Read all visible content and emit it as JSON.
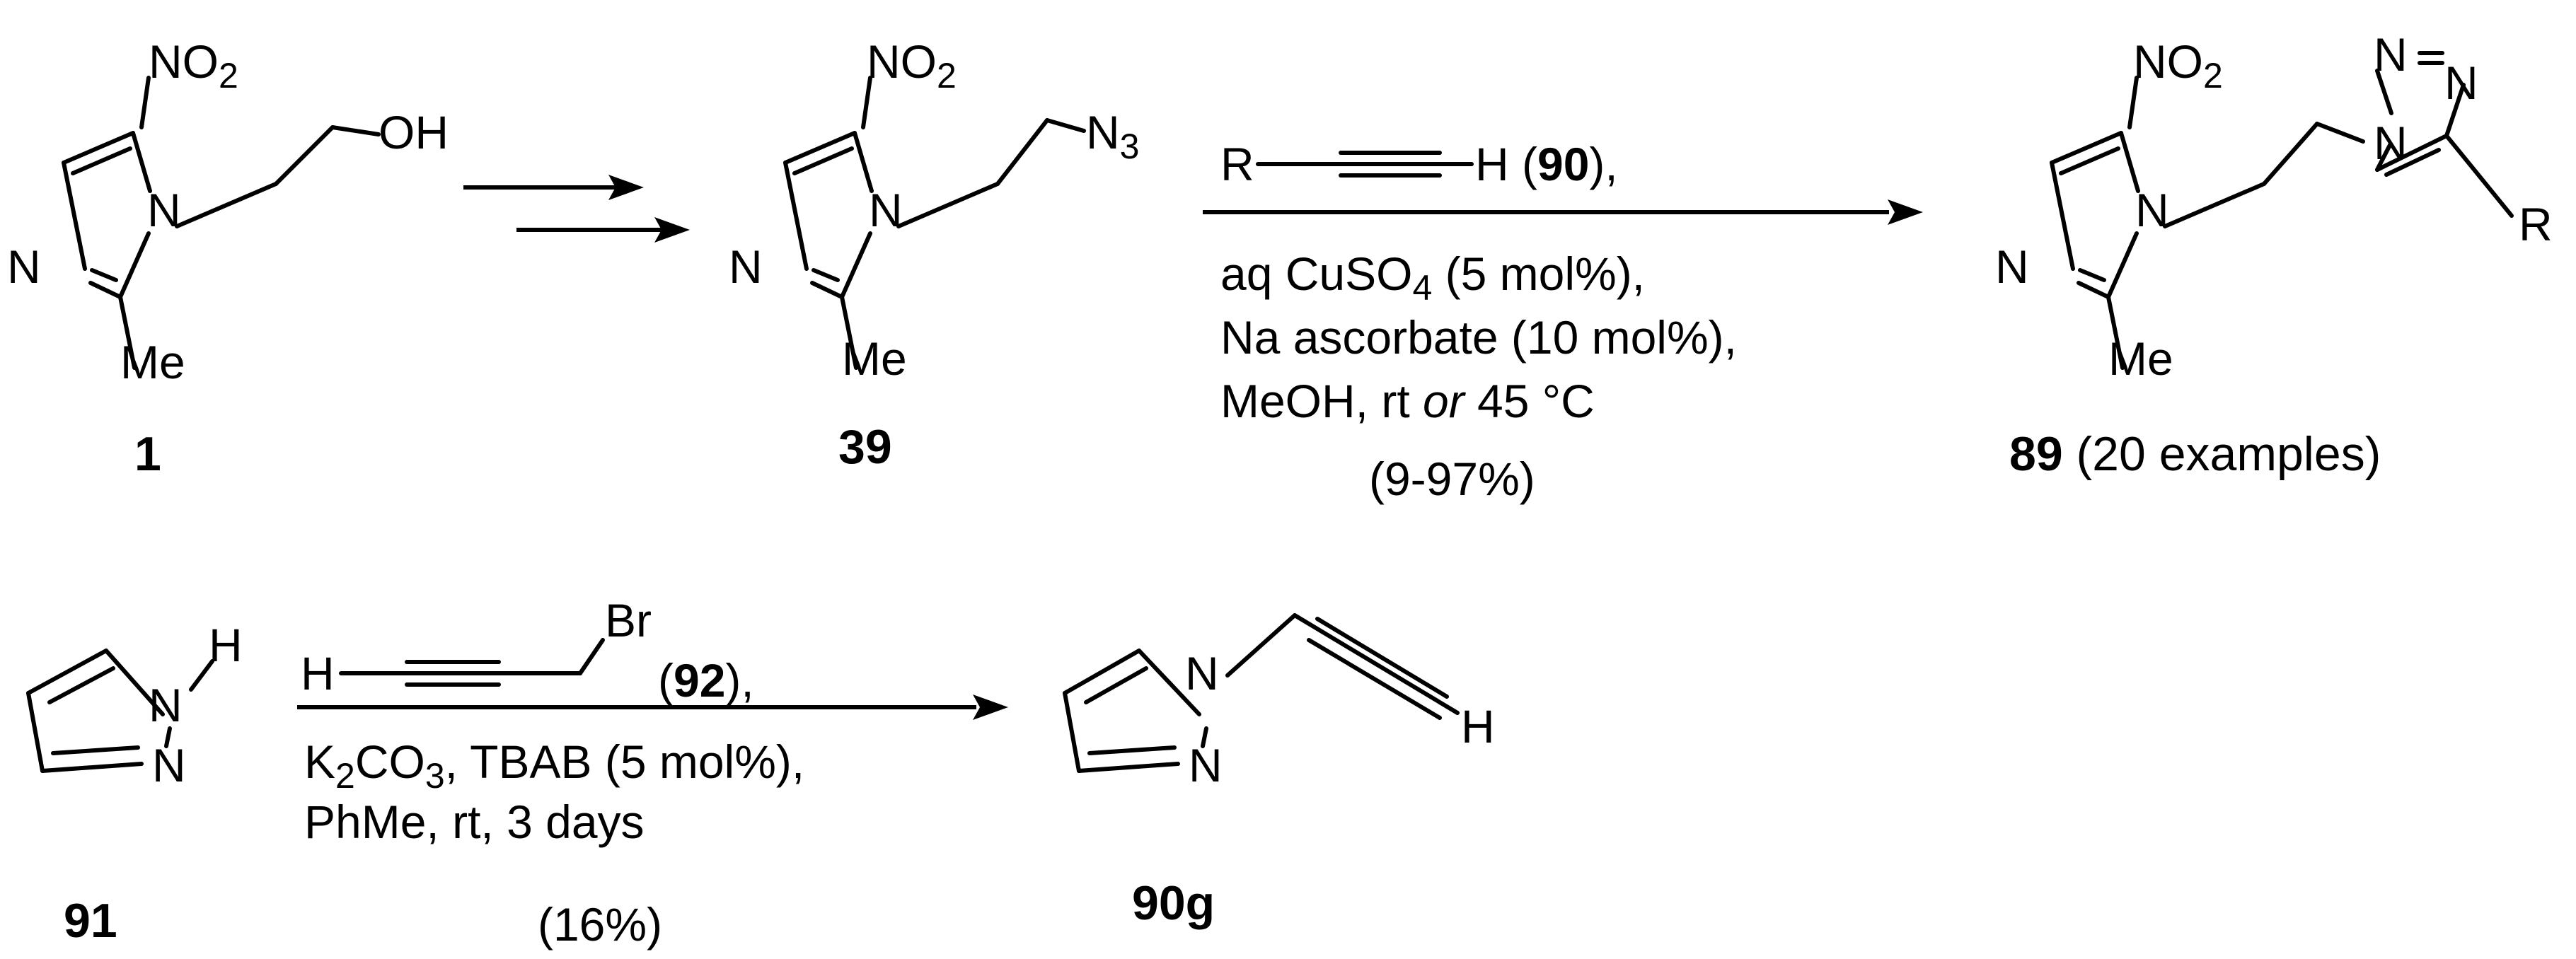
{
  "scheme": {
    "compound_1": {
      "label": "1",
      "nitro": "NO",
      "nitro_sub": "2",
      "hydroxyl": "OH",
      "ring_n3": "N",
      "ring_n1": "N",
      "methyl": "Me"
    },
    "compound_39": {
      "label": "39",
      "nitro": "NO",
      "nitro_sub": "2",
      "azide": "N",
      "azide_sub": "3",
      "ring_n3": "N",
      "ring_n1": "N",
      "methyl": "Me"
    },
    "compound_89": {
      "label": "89",
      "label_suffix": " (20 examples)",
      "nitro": "NO",
      "nitro_sub": "2",
      "ring_n3": "N",
      "ring_n1": "N",
      "methyl": "Me",
      "triazole_n1": "N",
      "triazole_n2": "N",
      "triazole_n3": "N",
      "substituent": "R"
    },
    "reaction_1": {
      "alkyne_r": "R",
      "alkyne_h": "H",
      "alkyne_ref_open": " (",
      "alkyne_ref": "90",
      "alkyne_ref_close": "),",
      "line_cat_pre": "aq CuSO",
      "line_cat_sub": "4",
      "line_cat_post": " (5 mol%),",
      "line_red": "Na ascorbate (10 mol%),",
      "line_solv_pre": "MeOH, rt ",
      "line_solv_or": "or",
      "line_solv_post": " 45 °C",
      "yield": "(9-97%)"
    },
    "compound_91": {
      "label": "91",
      "n1": "N",
      "n2": "N",
      "h": "H"
    },
    "reaction_2": {
      "reagent_h": "H",
      "reagent_br": "Br",
      "reagent_ref_open": "(",
      "reagent_ref": "92",
      "reagent_ref_close": "),",
      "line_base_1": "K",
      "line_base_1_sub": "2",
      "line_base_2": "CO",
      "line_base_2_sub": "3",
      "line_base_post": ", TBAB (5 mol%),",
      "line_solv": "PhMe, rt, 3 days",
      "yield": "(16%)"
    },
    "compound_90g": {
      "label": "90g",
      "n1": "N",
      "n2": "N",
      "h": "H"
    }
  }
}
